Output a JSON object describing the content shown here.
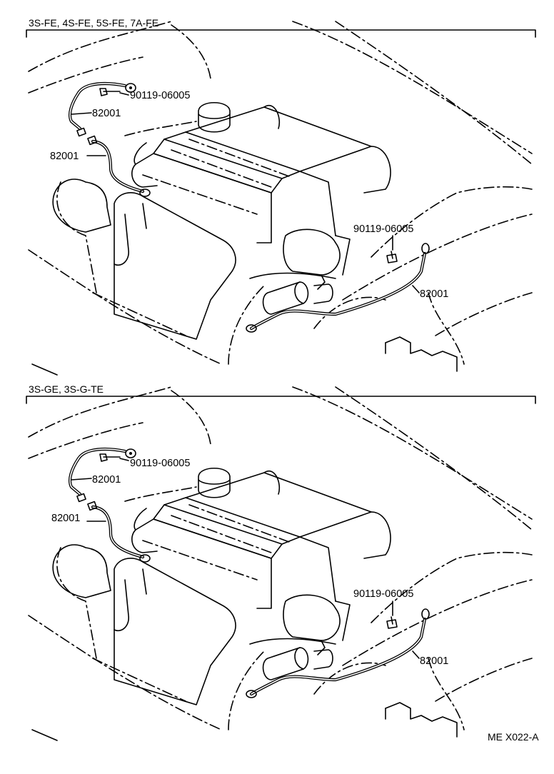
{
  "sections": [
    {
      "header": "3S-FE, 4S-FE, 5S-FE, 7A-FE",
      "labels": {
        "bolt_top": "90119-06005",
        "wire_upper": "82001",
        "wire_lower": "82001",
        "bolt_right": "90119-06005",
        "wire_right": "82001"
      }
    },
    {
      "header": "3S-GE, 3S-G-TE",
      "labels": {
        "bolt_top": "90119-06005",
        "wire_upper": "82001",
        "wire_lower": "82001",
        "bolt_right": "90119-06005",
        "wire_right": "82001"
      }
    }
  ],
  "figure_code": "ME  X022-A"
}
